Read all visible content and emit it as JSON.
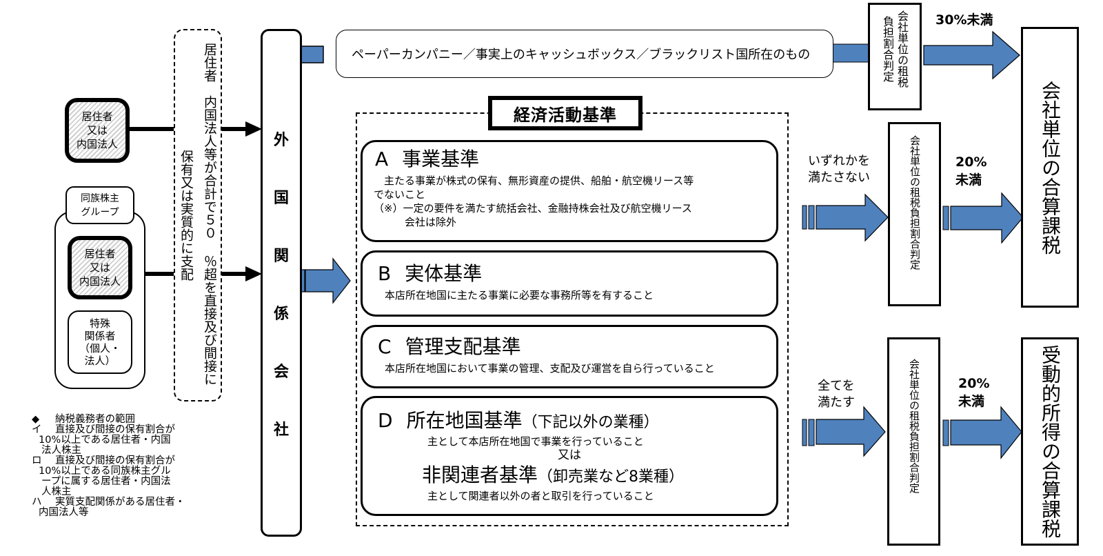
{
  "colors": {
    "arrow_fill": "#4f81bd",
    "line": "#000000",
    "hatch": "#cfcfcf"
  },
  "actors": {
    "resident_single": [
      "居住者",
      "又は",
      "内国法人"
    ],
    "family_group_label": [
      "同族株主",
      "グループ"
    ],
    "resident_in_group": [
      "居住者",
      "又は",
      "内国法人"
    ],
    "special_related": [
      "特殊",
      "関係者",
      "（個人・",
      "法人）"
    ]
  },
  "control_condition": {
    "line1": "居住者　内国法人等が合計で５０ ％超を直接及び間接に",
    "line2": "保有又は実質的に支配"
  },
  "foreign_company": {
    "chars": [
      "外",
      "国",
      "関",
      "係",
      "会",
      "社"
    ]
  },
  "paper_company": {
    "text": "ペーパーカンパニー／事実上のキャッシュボックス／ブラックリスト国所在のもの"
  },
  "top_judgment": {
    "col1": "会社単位の租税",
    "col2": "負担割合判定"
  },
  "top_threshold": "30%未満",
  "economic_activity": {
    "title": "経済活動基準",
    "criteria": [
      {
        "letter": "A",
        "name": "事業基準",
        "lines": [
          "　主たる事業が株式の保有、無形資産の提供、船舶・航空機リース等",
          "でないこと",
          "（※）一定の要件を満たす統括会社、金融持株会社及び航空機リース",
          "　　　会社は除外"
        ]
      },
      {
        "letter": "B",
        "name": "実体基準",
        "lines": [
          "本店所在地国に主たる事業に必要な事務所等を有すること"
        ]
      },
      {
        "letter": "C",
        "name": "管理支配基準",
        "lines": [
          "本店所在地国において事業の管理、支配及び運営を自ら行っていること"
        ]
      },
      {
        "letter": "D",
        "name": "所在地国基準",
        "suffix": "（下記以外の業種）",
        "line1": "主として本店所在地国で事業を行っていること",
        "or": "又は",
        "name2": "非関連者基準",
        "suffix2": "（卸売業など8業種）",
        "line2": "主として関連者以外の者と取引を行っていること"
      }
    ]
  },
  "branch_fail": {
    "label": [
      "いずれかを",
      "満たさない"
    ]
  },
  "branch_pass": {
    "label": [
      "全てを",
      "満たす"
    ]
  },
  "mid_judgment": {
    "text": "会社単位の租税負担割合判定"
  },
  "low_judgment": {
    "text": "会社単位の租税負担割合判定"
  },
  "mid_threshold": [
    "20%",
    "未満"
  ],
  "low_threshold": [
    "20%",
    "未満"
  ],
  "result_company": {
    "text": "会社単位の合算課税"
  },
  "result_passive": {
    "text": "受動的所得の合算課税"
  },
  "notes": {
    "heading_mark": "◆",
    "heading": "納税義務者の範囲",
    "items": [
      {
        "mark": "イ",
        "first": "直接及び間接の保有割合が",
        "rest": [
          "10%以上である居住者・内国",
          "法人株主"
        ]
      },
      {
        "mark": "ロ",
        "first": "直接及び間接の保有割合が",
        "rest": [
          "10%以上である同族株主グル",
          "ープに属する居住者・内国法",
          "人株主"
        ]
      },
      {
        "mark": "ハ",
        "first": "実質支配関係がある居住者・",
        "rest": [
          "内国法人等"
        ]
      }
    ]
  }
}
